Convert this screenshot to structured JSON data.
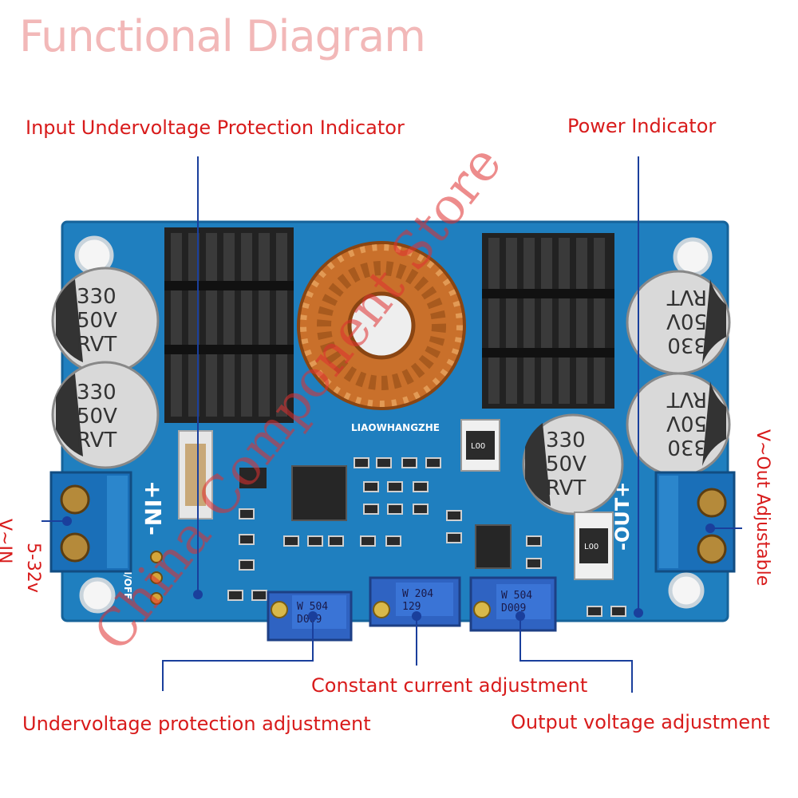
{
  "title": "Functional Diagram",
  "labels": {
    "input_uv_indicator": "Input Undervoltage Protection Indicator",
    "power_indicator": "Power Indicator",
    "vin": "V~IN",
    "vin_range": "5-32v",
    "vout": "V~Out  Adjustable",
    "uv_adjust": "Undervoltage protection adjustment",
    "cc_adjust": "Constant current adjustment",
    "ov_adjust": "Output voltage adjustment"
  },
  "board": {
    "brand": "LIAOWHANGZHE",
    "in_silk": "+IN-",
    "out_silk": "-OUT+",
    "onoff_silk": "ON/OFF",
    "cap": [
      "330",
      "50V",
      "RVT"
    ],
    "inductor_smd": "L00",
    "pots": [
      {
        "w": "W 504",
        "code": "D009"
      },
      {
        "w": "W 204",
        "code": "129"
      },
      {
        "w": "W 504",
        "code": "D009"
      }
    ],
    "watermark": "China Component Store"
  },
  "colors": {
    "label_red": "#d81b1b",
    "board_blue": "#1f7fbf",
    "terminal_blue": "#1a6fb8",
    "pointer_blue": "#1a3f9c"
  }
}
